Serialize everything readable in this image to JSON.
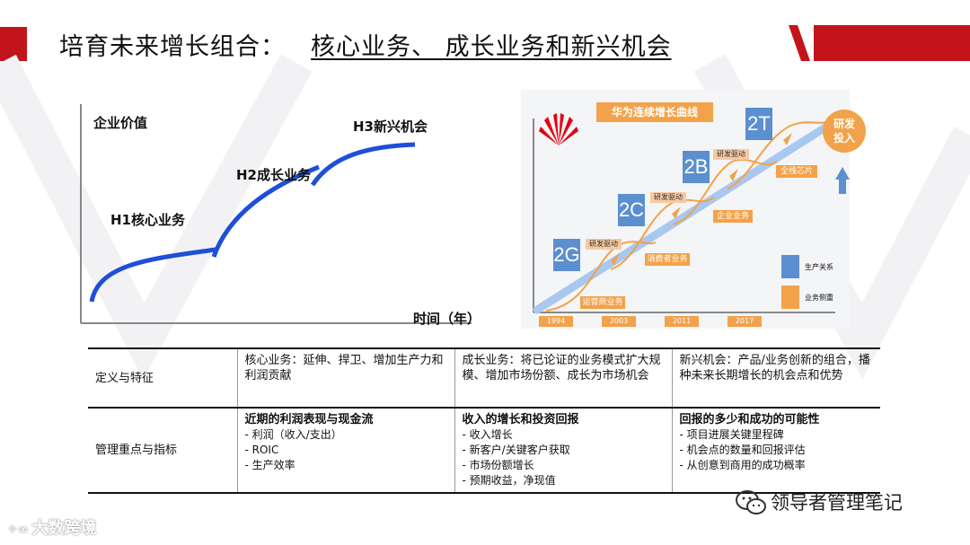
{
  "slide": {
    "title_prefix": "培育未来增长组合：",
    "title_underlined": "核心业务、  成长业务和新兴机会"
  },
  "growth_chart": {
    "y_axis_label": "企业价值",
    "x_axis_label": "时间（年）",
    "curves": [
      "H1核心业务",
      "H2成长业务",
      "H3新兴机会"
    ]
  },
  "huawei_panel": {
    "title": "华为连续增长曲线",
    "blocks": [
      "2G",
      "2C",
      "2B",
      "2T"
    ],
    "driver_label": "研发驱动",
    "segments": [
      "运营商业务",
      "消费者业务",
      "企业业务",
      "全栈芯片"
    ],
    "years": [
      "1994",
      "2003",
      "2011",
      "2017"
    ],
    "invest": "研发投入",
    "legend": [
      {
        "label": "生产关系",
        "color": "#5b8fd0"
      },
      {
        "label": "业务侧重",
        "color": "#f2a24a"
      }
    ]
  },
  "table": {
    "rows": [
      {
        "header": "定义与特征",
        "cells": [
          {
            "title": "核心业务：延伸、捍卫、增加生产力和利润贡献",
            "items": []
          },
          {
            "title": "成长业务：将已论证的业务模式扩大规模、增加市场份额、成长为市场机会",
            "items": []
          },
          {
            "title": "新兴机会：产品/业务创新的组合，播种未来长期增长的机会点和优势",
            "items": []
          }
        ]
      },
      {
        "header": "管理重点与指标",
        "cells": [
          {
            "title": "近期的利润表现与现金流",
            "items": [
              "- 利润（收入/支出）",
              "- ROIC",
              "- 生产效率"
            ]
          },
          {
            "title": "收入的增长和投资回报",
            "items": [
              "- 收入增长",
              "- 新客户/关键客户获取",
              "- 市场份额增长",
              "- 预期收益，净现值"
            ]
          },
          {
            "title": "回报的多少和成功的可能性",
            "items": [
              "- 项目进展关键里程碑",
              "- 机会点的数量和回报评估",
              "- 从创意到商用的成功概率"
            ]
          }
        ]
      }
    ]
  },
  "footer": {
    "watermark": "大数跨境",
    "brand": "领导者管理笔记"
  },
  "colors": {
    "accent_red": "#c4141b",
    "curve_blue": "#1f4fd8",
    "huawei_orange": "#f2a24a",
    "huawei_blue": "#5b8fd0"
  }
}
